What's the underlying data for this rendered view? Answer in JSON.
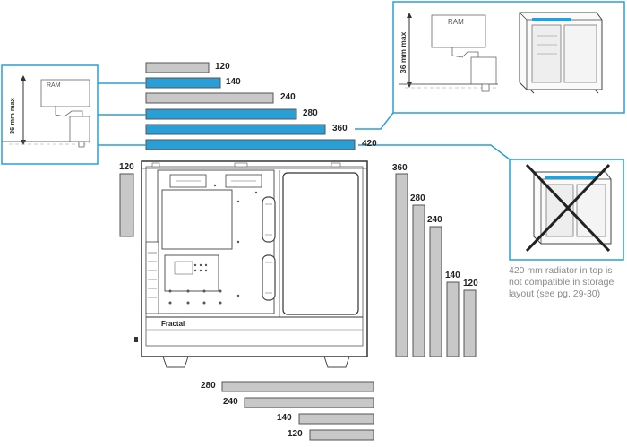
{
  "colors": {
    "accent": "#2a9fd6",
    "bar_blue": "#2a9fd6",
    "bar_gray": "#c8c8c8",
    "bar_outline": "#555555",
    "line": "#333333"
  },
  "top_bars": [
    {
      "label": "120",
      "highlighted": false
    },
    {
      "label": "140",
      "highlighted": true
    },
    {
      "label": "240",
      "highlighted": false
    },
    {
      "label": "280",
      "highlighted": true
    },
    {
      "label": "360",
      "highlighted": true
    },
    {
      "label": "420",
      "highlighted": true
    }
  ],
  "front_bars": [
    {
      "label": "360"
    },
    {
      "label": "280"
    },
    {
      "label": "240"
    },
    {
      "label": "140"
    },
    {
      "label": "120"
    }
  ],
  "bottom_bars": [
    {
      "label": "280"
    },
    {
      "label": "240"
    },
    {
      "label": "140"
    },
    {
      "label": "120"
    }
  ],
  "rear_bar": {
    "label": "120"
  },
  "detail_left": {
    "height_label": "36 mm max",
    "ram_label": "RAM"
  },
  "detail_right": {
    "height_label": "36 mm max",
    "ram_label": "RAM"
  },
  "case_brand": "Fractal",
  "incompat_note": {
    "line1": "420 mm radiator in top is",
    "line2": "not compatible in storage",
    "line3": "layout (see pg. 29-30)"
  }
}
